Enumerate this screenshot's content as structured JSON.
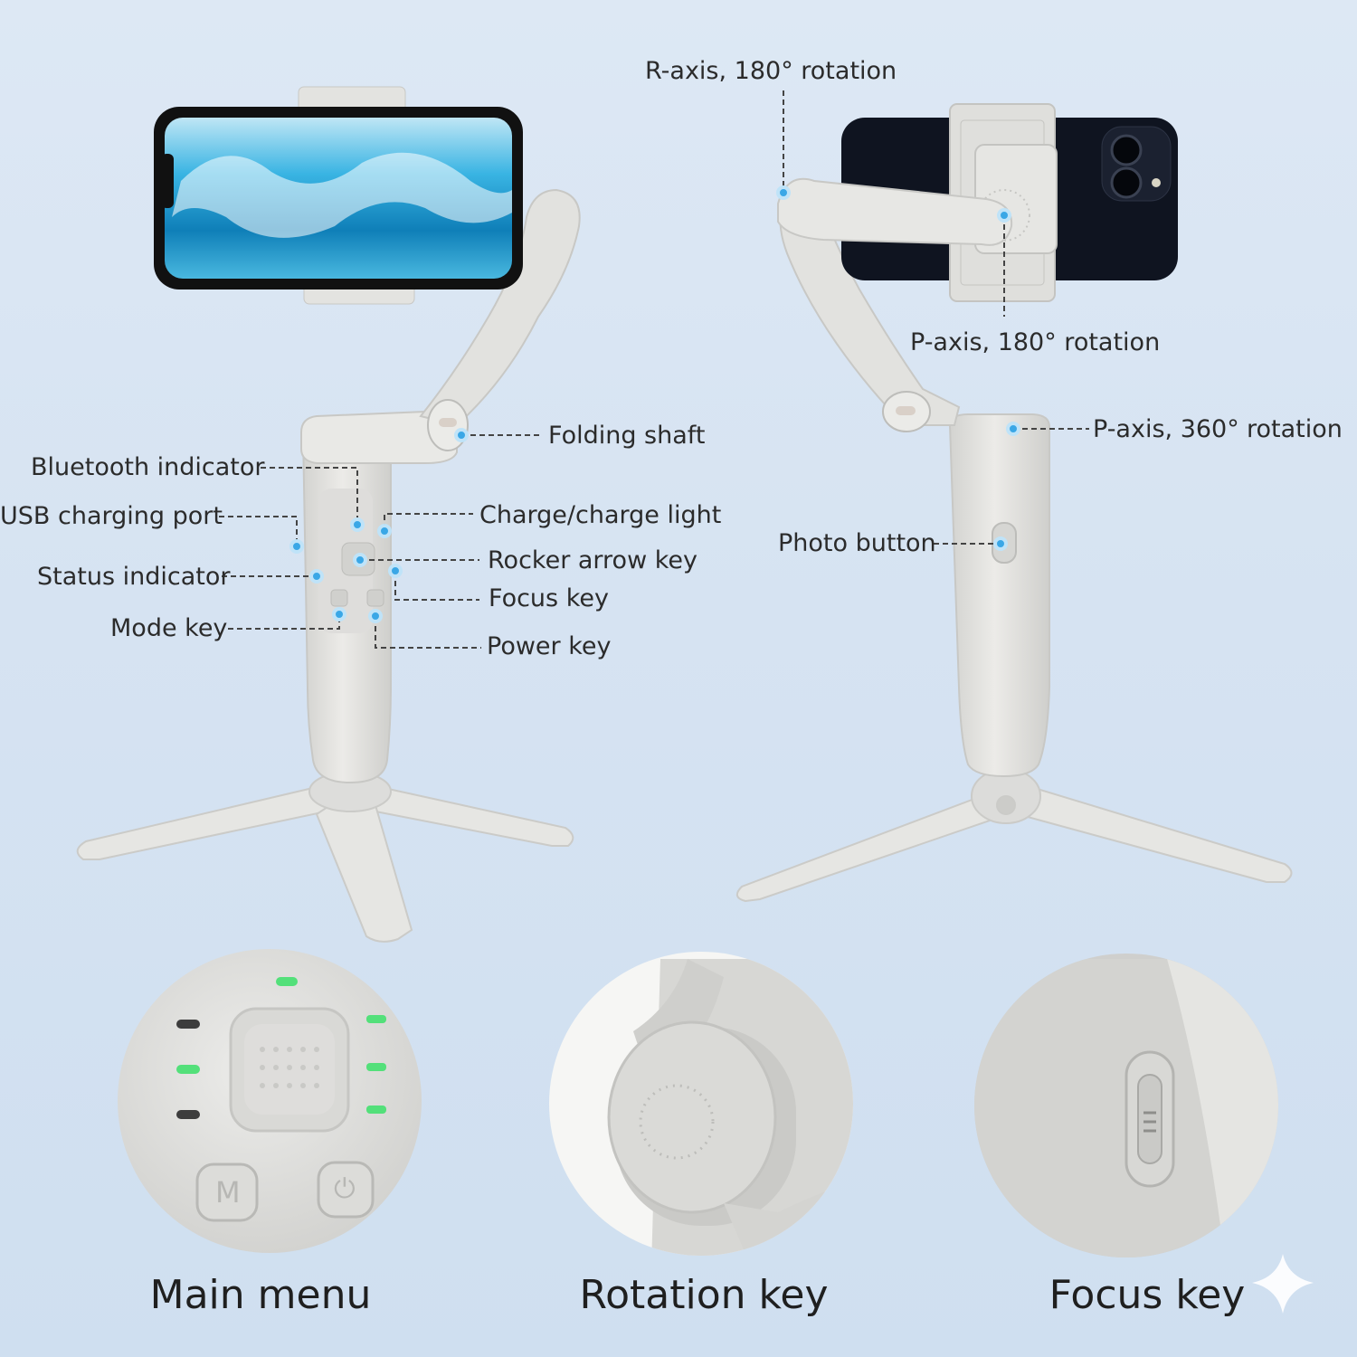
{
  "colors": {
    "background": "#d9e5f3",
    "device": "#e4e4e2",
    "device_shadow": "#c9c9c6",
    "marker": "#3aa7e6",
    "leader": "#444444",
    "text": "#2b2b2b",
    "screen_water": "#1e9fd6",
    "led_green": "#53e07a"
  },
  "front_view": {
    "labels": {
      "folding_shaft": "Folding shaft",
      "bluetooth_indicator": "Bluetooth indicator",
      "usb_charging_port": "USB charging port",
      "charge_light": "Charge/charge light",
      "rocker_arrow_key": "Rocker arrow key",
      "status_indicator": "Status indicator",
      "focus_key": "Focus key",
      "mode_key": "Mode key",
      "power_key": "Power key"
    }
  },
  "back_view": {
    "labels": {
      "r_axis": "R-axis, 180° rotation",
      "p_axis_180": "P-axis, 180° rotation",
      "p_axis_360_name": "P-axis, 360°",
      "p_axis_360_suffix": "rotation",
      "photo_button": "Photo button"
    }
  },
  "detail_views": [
    {
      "caption": "Main menu",
      "icon": "control-panel-closeup"
    },
    {
      "caption": "Rotation key",
      "icon": "rotation-knob-closeup"
    },
    {
      "caption": "Focus key",
      "icon": "focus-slider-closeup"
    }
  ],
  "main_menu_closeup": {
    "mode_button_glyph": "M",
    "power_button_glyph": "⏻"
  },
  "corner_icon": "sparkle-icon"
}
